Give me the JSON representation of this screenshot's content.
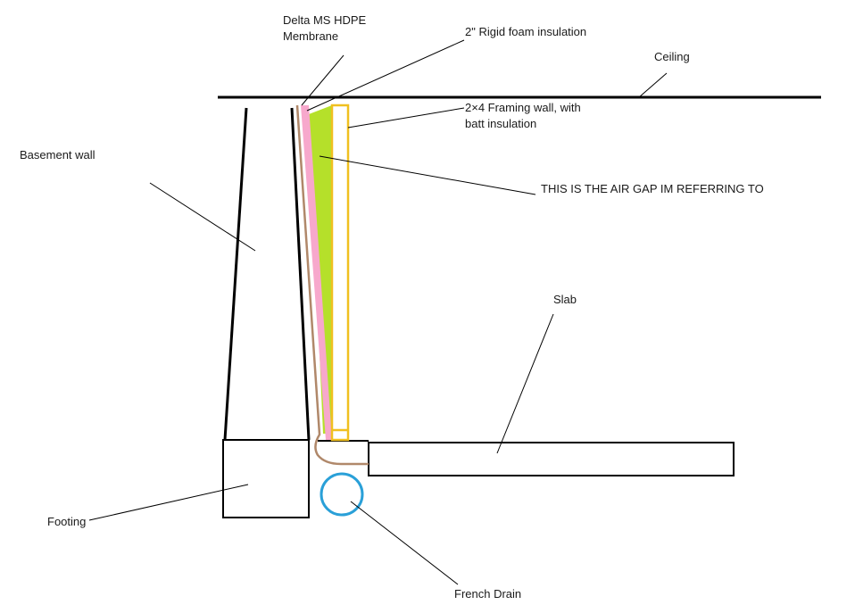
{
  "labels": {
    "membrane_line1": "Delta MS HDPE",
    "membrane_line2": "Membrane",
    "rigid_foam": "2\" Rigid foam insulation",
    "ceiling": "Ceiling",
    "framing_line1": "2×4 Framing wall, with",
    "framing_line2": "batt insulation",
    "basement_wall": "Basement wall",
    "air_gap": "THIS IS THE AIR GAP IM REFERRING TO",
    "slab": "Slab",
    "footing": "Footing",
    "french_drain": "French Drain"
  },
  "colors": {
    "line": "#000000",
    "rigid_foam": "#f7a8cc",
    "air_gap": "#b5e02a",
    "framing": "#f0c020",
    "membrane": "#b0886a",
    "drain": "#2aa0d8",
    "background": "#ffffff"
  }
}
